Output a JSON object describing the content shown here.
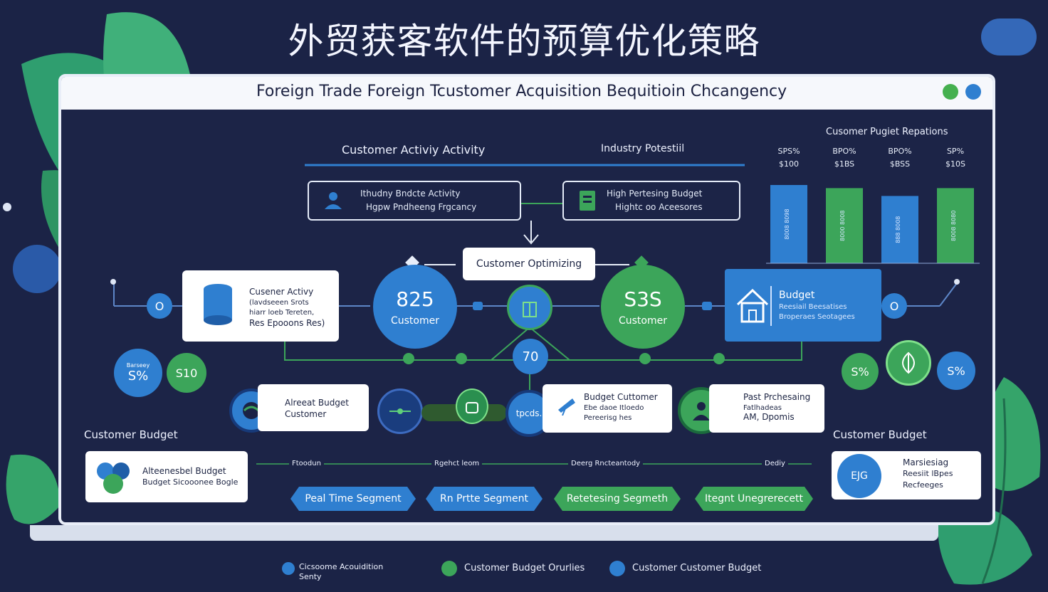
{
  "title": "外贸获客软件的预算优化策略",
  "panel_title": "Foreign Trade Foreign Tcustomer Acquisition Bequitioin Chcangency",
  "top_labels": {
    "activity": "Customer Activiy Activity",
    "industry": "Industry Potestiil"
  },
  "box_activity": {
    "line1": "Ithudny Bndcte Activity",
    "line2": "Hgpw Pndheeng Frgcancy"
  },
  "box_budget_top": {
    "line1": "High Pertesing Budget",
    "line2": "Hightc oo Aceesores"
  },
  "center_box": "Customer Optimizing",
  "left_card": {
    "line1": "Cusener Activy",
    "line2": "(lavdseeen Srots",
    "line3": "hiarr loeb Tereten,",
    "line4": "Res Epooons Res)"
  },
  "circle_left": {
    "value": "825",
    "label": "Customer"
  },
  "circle_right": {
    "value": "S3S",
    "label": "Customer"
  },
  "circle_center_small": "70",
  "node_o": "O",
  "right_card": {
    "line1": "Budget",
    "line2": "Reesiail Beesatises",
    "line3": "Broperaes Seotagees"
  },
  "left_small_circles": [
    {
      "top": "Barseey",
      "value": "S%"
    },
    {
      "value": "S10"
    }
  ],
  "right_small_circles": [
    {
      "value": "S%"
    },
    {
      "value": "S%"
    }
  ],
  "bar_chart": {
    "title": "Cusomer Pugiet Repations",
    "top_labels": [
      "SPS%",
      "BPO%",
      "BPO%",
      "SP%"
    ],
    "sub_labels": [
      "$100",
      "$1BS",
      "$BSS",
      "$10S"
    ],
    "values": [
      100,
      96,
      86,
      96
    ],
    "colors": [
      "#2f7fd0",
      "#3ca55a",
      "#2f7fd0",
      "#3ca55a"
    ],
    "bar_text": [
      "8008 8098",
      "8000 8008",
      "888 8008",
      "8008 8080"
    ]
  },
  "mid_cards": [
    {
      "line1": "Alreeat Budget",
      "line2": "Customer"
    },
    {
      "line1": "Budget Cuttomer",
      "line2": "Ebe daoe Itloedo",
      "line3": "Pereerisg hes"
    },
    {
      "line1": "Past Prchesaing",
      "line2": "Fatlhadeas",
      "line3": "AM,  Dpomis"
    }
  ],
  "mid_circle_text": "tpcds.",
  "customer_budget_left": "Customer Budget",
  "customer_budget_right": "Customer Budget",
  "bottom_left_card": {
    "line1": "Alteenesbel Budget",
    "line2": "Budget Sicooonee Bogle"
  },
  "bottom_right_card": {
    "line1": "Marsiesiag",
    "line2": "Reesiit lBpes",
    "line3": "Recfeeges"
  },
  "bottom_right_icon": "EJG",
  "flow_labels": [
    "Ftoodun",
    "Rgehct leom",
    "Deerg Rncteantody",
    "Dediy"
  ],
  "pills": [
    {
      "label": "Peal Time Segment",
      "color": "#2f7fd0"
    },
    {
      "label": "Rn Prtte Segment",
      "color": "#2f7fd0"
    },
    {
      "label": "Retetesing Segmeth",
      "color": "#3ca55a"
    },
    {
      "label": "Itegnt Unegrerecett",
      "color": "#3ca55a"
    }
  ],
  "legend": [
    {
      "label": "Cicsoome Acouidition Senty",
      "color": "#2f7fd0"
    },
    {
      "label": "Customer Budget Orurlies",
      "color": "#3ca55a"
    },
    {
      "label": "Customer Customer Budget",
      "color": "#2f7fd0"
    }
  ]
}
